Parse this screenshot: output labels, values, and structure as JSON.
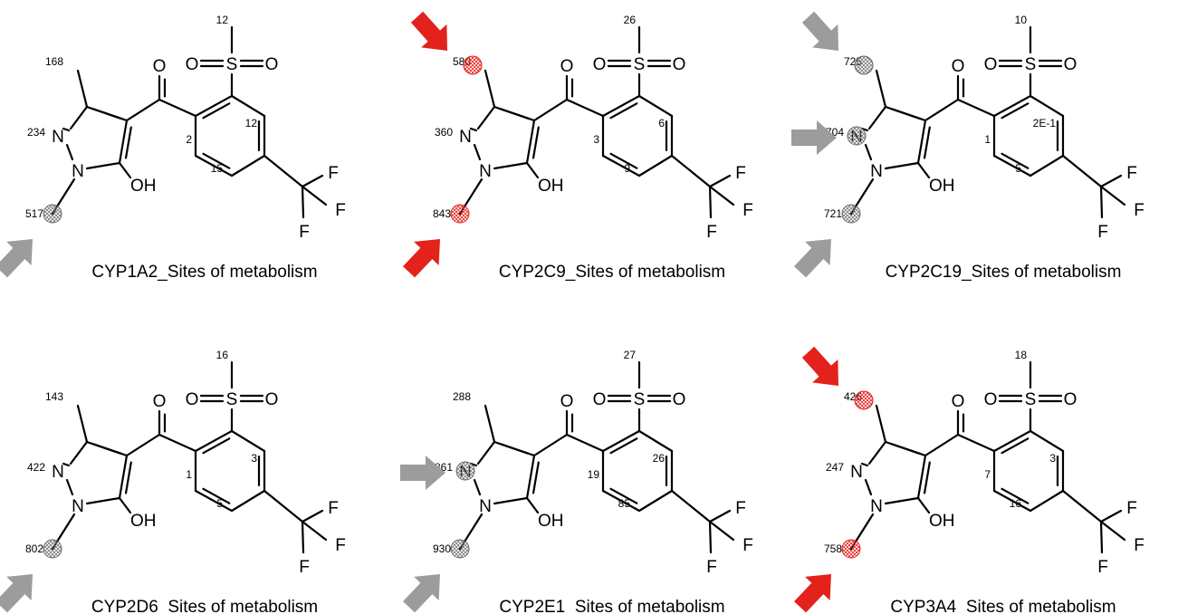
{
  "atoms": {
    "O": "O",
    "S": "S",
    "N": "N",
    "F": "F",
    "OH": "OH"
  },
  "colors": {
    "red_arrow": "#e3221b",
    "gray_arrow": "#9c9c9c",
    "red_site": "#e3221b",
    "gray_site": "#666666"
  },
  "panels": [
    {
      "caption": "CYP1A2_Sites of metabolism",
      "labels": {
        "me_s": "12",
        "me_c": "168",
        "n2": "234",
        "n1me": "517",
        "ar_a": "12",
        "ar_b": "2",
        "ar_c": "15",
        "ar_d": ""
      },
      "sites": [
        {
          "atom": "n1me",
          "color": "gray"
        }
      ],
      "arrows": [
        {
          "atom": "n1me",
          "color": "gray"
        }
      ]
    },
    {
      "caption": "CYP2C9_Sites of metabolism",
      "labels": {
        "me_s": "26",
        "me_c": "580",
        "n2": "360",
        "n1me": "843",
        "ar_a": "6",
        "ar_b": "3",
        "ar_c": "9",
        "ar_d": ""
      },
      "sites": [
        {
          "atom": "me_c",
          "color": "red"
        },
        {
          "atom": "n1me",
          "color": "red"
        }
      ],
      "arrows": [
        {
          "atom": "me_c",
          "color": "red"
        },
        {
          "atom": "n1me",
          "color": "red"
        }
      ]
    },
    {
      "caption": "CYP2C19_Sites of metabolism",
      "labels": {
        "me_s": "10",
        "me_c": "725",
        "n2": "704",
        "n1me": "721",
        "ar_a": "2E-1",
        "ar_b": "1",
        "ar_c": "5",
        "ar_d": ""
      },
      "sites": [
        {
          "atom": "me_c",
          "color": "gray"
        },
        {
          "atom": "n2",
          "color": "gray"
        },
        {
          "atom": "n1me",
          "color": "gray"
        }
      ],
      "arrows": [
        {
          "atom": "me_c",
          "color": "gray"
        },
        {
          "atom": "n2",
          "color": "gray"
        },
        {
          "atom": "n1me",
          "color": "gray"
        }
      ]
    },
    {
      "caption": "CYP2D6_Sites of metabolism",
      "labels": {
        "me_s": "16",
        "me_c": "143",
        "n2": "422",
        "n1me": "802",
        "ar_a": "3",
        "ar_b": "1",
        "ar_c": "5",
        "ar_d": ""
      },
      "sites": [
        {
          "atom": "n1me",
          "color": "gray"
        }
      ],
      "arrows": [
        {
          "atom": "n1me",
          "color": "gray"
        }
      ]
    },
    {
      "caption": "CYP2E1_Sites of metabolism",
      "labels": {
        "me_s": "27",
        "me_c": "288",
        "n2": "861",
        "n1me": "930",
        "ar_a": "26",
        "ar_b": "19",
        "ar_c": "85",
        "ar_d": ""
      },
      "sites": [
        {
          "atom": "n2",
          "color": "gray"
        },
        {
          "atom": "n1me",
          "color": "gray"
        }
      ],
      "arrows": [
        {
          "atom": "n2",
          "color": "gray"
        },
        {
          "atom": "n1me",
          "color": "gray"
        }
      ]
    },
    {
      "caption": "CYP3A4_Sites of metabolism",
      "labels": {
        "me_s": "18",
        "me_c": "426",
        "n2": "247",
        "n1me": "758",
        "ar_a": "3",
        "ar_b": "7",
        "ar_c": "16",
        "ar_d": ""
      },
      "sites": [
        {
          "atom": "me_c",
          "color": "red"
        },
        {
          "atom": "n1me",
          "color": "red"
        }
      ],
      "arrows": [
        {
          "atom": "me_c",
          "color": "red"
        },
        {
          "atom": "n1me",
          "color": "red"
        }
      ]
    }
  ]
}
